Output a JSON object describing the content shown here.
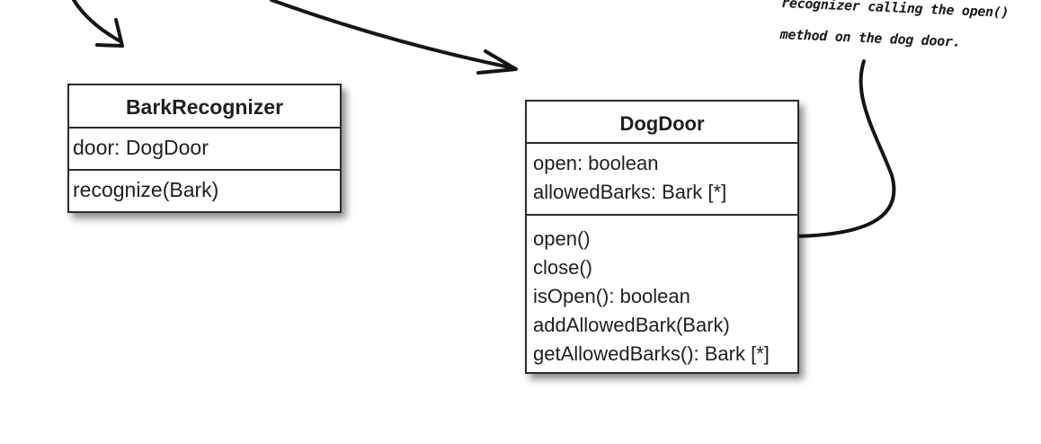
{
  "classes": {
    "bark_recognizer": {
      "name": "BarkRecognizer",
      "attributes": [
        "door: DogDoor"
      ],
      "methods": [
        "recognize(Bark)"
      ]
    },
    "dog_door": {
      "name": "DogDoor",
      "attributes": [
        "open: boolean",
        "allowedBarks: Bark [*]"
      ],
      "methods": [
        "open()",
        "close()",
        "isOpen(): boolean",
        "addAllowedBark(Bark)",
        "getAllowedBarks(): Bark [*]"
      ]
    }
  },
  "annotation": {
    "lines": [
      "recognizer calling the open()",
      "method on the dog door."
    ]
  }
}
